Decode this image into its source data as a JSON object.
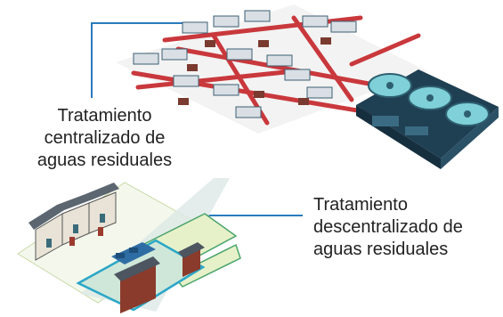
{
  "labels": {
    "centralized": [
      "Tratamiento",
      "centralizado de",
      "aguas residuales"
    ],
    "decentralized": [
      "Tratamiento",
      "descentralizado de",
      "aguas residuales"
    ]
  },
  "colors": {
    "leader_line": "#2a7bbd",
    "pipe": "#c9383c",
    "tank_teal": "#7fd0d8",
    "plant_dark": "#1f3f52",
    "roof_dark": "#2e4f63",
    "brick": "#8a3b2c",
    "lawn": "#e7f1c9",
    "boundary": "#2aa6c7"
  },
  "icons": [
    "centralized-city-illustration",
    "treatment-plant-illustration",
    "decentralized-neighborhood-illustration"
  ]
}
